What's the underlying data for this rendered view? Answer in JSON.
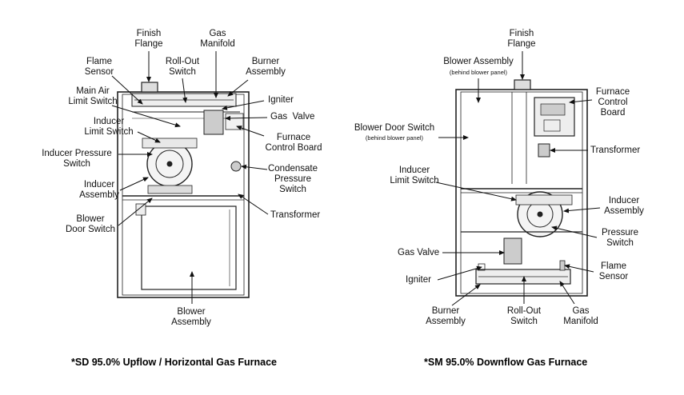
{
  "left_diagram": {
    "caption": "*SD 95.0% Upflow / Horizontal Gas Furnace",
    "labels": {
      "finish_flange": "Finish\nFlange",
      "gas_manifold": "Gas\nManifold",
      "flame_sensor": "Flame\nSensor",
      "roll_out_switch": "Roll-Out\nSwitch",
      "burner_assembly": "Burner\nAssembly",
      "main_air_limit_switch": "Main Air\nLimit Switch",
      "igniter": "Igniter",
      "inducer_limit_switch": "Inducer\nLimit Switch",
      "gas_valve": "Gas  Valve",
      "furnace_control_board": "Furnace\nControl Board",
      "inducer_pressure_switch": "Inducer Pressure\nSwitch",
      "condensate_pressure_switch": "Condensate\nPressure\nSwitch",
      "inducer_assembly": "Inducer\nAssembly",
      "transformer": "Transformer",
      "blower_door_switch": "Blower\nDoor Switch",
      "blower_assembly": "Blower\nAssembly"
    }
  },
  "right_diagram": {
    "caption": "*SM 95.0% Downflow Gas Furnace",
    "labels": {
      "finish_flange": "Finish\nFlange",
      "blower_assembly": "Blower Assembly",
      "blower_assembly_note": "(behind blower panel)",
      "furnace_control_board": "Furnace\nControl\nBoard",
      "blower_door_switch": "Blower Door Switch",
      "blower_door_switch_note": "(behind blower panel)",
      "transformer": "Transformer",
      "inducer_limit_switch": "Inducer\nLimit Switch",
      "inducer_assembly": "Inducer\nAssembly",
      "pressure_switch": "Pressure\nSwitch",
      "gas_valve": "Gas Valve",
      "flame_sensor": "Flame\nSensor",
      "igniter": "Igniter",
      "burner_assembly": "Burner\nAssembly",
      "roll_out_switch": "Roll-Out\nSwitch",
      "gas_manifold": "Gas\nManifold"
    }
  }
}
